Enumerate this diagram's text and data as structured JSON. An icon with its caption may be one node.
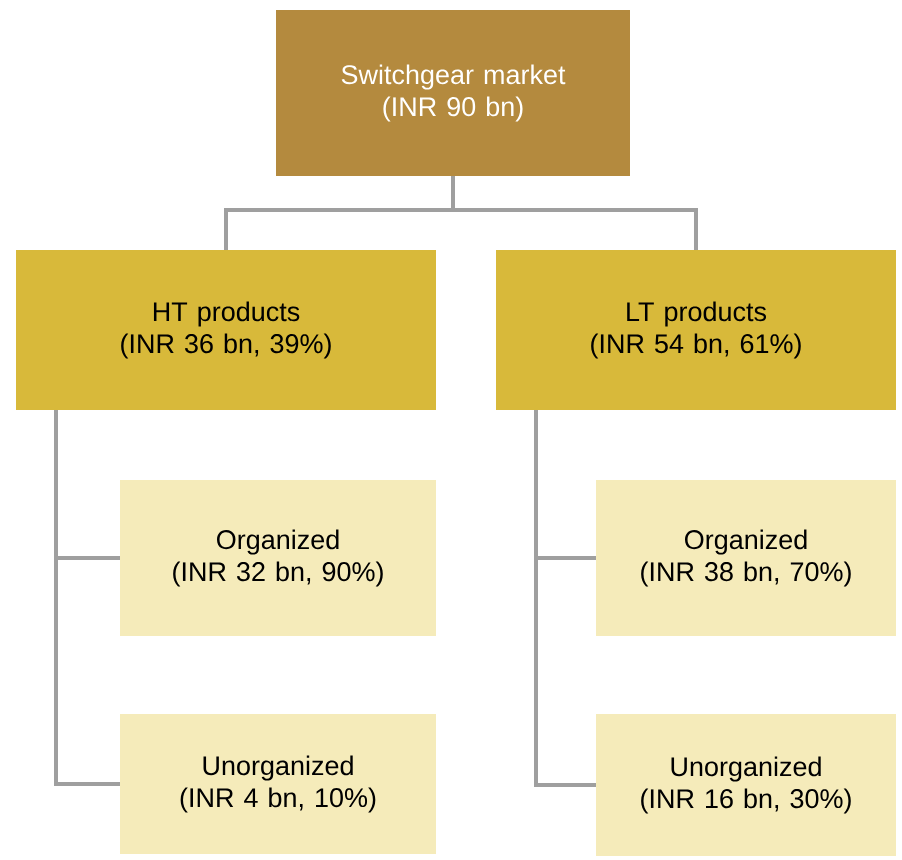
{
  "diagram": {
    "nodes": [
      {
        "text": [
          "Switchgear market",
          "(INR 90 bn)"
        ]
      },
      {
        "text": [
          "HT products",
          "(INR 36 bn, 39%)"
        ]
      },
      {
        "text": [
          "LT products",
          "(INR 54 bn, 61%)"
        ]
      },
      {
        "text": [
          "Organized",
          "(INR 32 bn, 90%)"
        ]
      },
      {
        "text": [
          "Unorganized",
          "(INR 4 bn, 10%)"
        ]
      },
      {
        "text": [
          "Organized",
          "(INR 38 bn, 70%)"
        ]
      },
      {
        "text": [
          "Unorganized",
          "(INR 16 bn, 30%)"
        ]
      }
    ],
    "edges": [
      {
        "from": 0,
        "to": 1,
        "arrow": "none"
      },
      {
        "from": 0,
        "to": 2,
        "arrow": "none"
      },
      {
        "from": 1,
        "to": 3,
        "arrow": "none"
      },
      {
        "from": 1,
        "to": 4,
        "arrow": "none"
      },
      {
        "from": 2,
        "to": 5,
        "arrow": "none"
      },
      {
        "from": 2,
        "to": 6,
        "arrow": "none"
      }
    ]
  }
}
